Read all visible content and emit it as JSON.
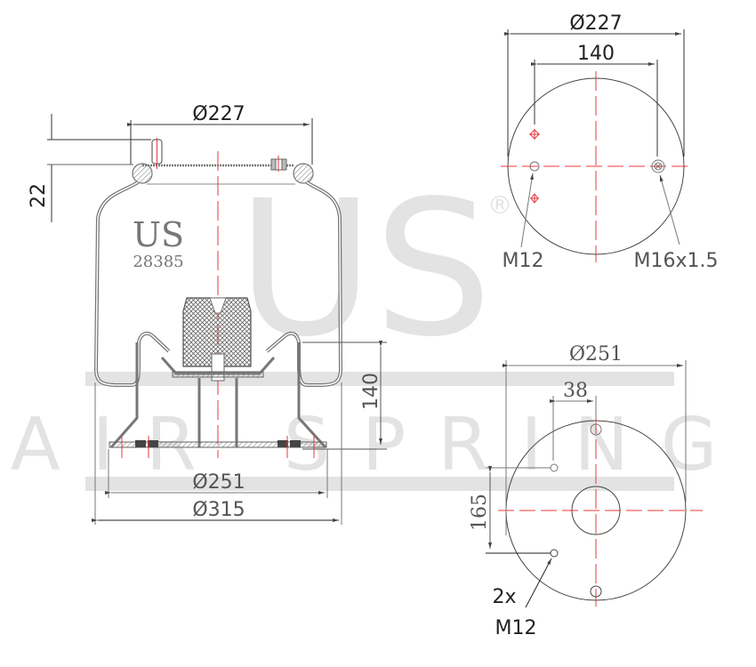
{
  "watermark": {
    "big_text": "US",
    "registered_mark": "®",
    "band_text": "AIR SPRING",
    "color": "#e0e0e0"
  },
  "side_view": {
    "label_brand": "US",
    "label_part_number": "28385",
    "dim_top_diameter": "Ø227",
    "dim_stud_height": "22",
    "dim_piston_height": "140",
    "dim_piston_diameter": "Ø251",
    "dim_max_diameter": "Ø315"
  },
  "top_view": {
    "dim_diameter": "Ø227",
    "dim_spacing": "140",
    "label_left_hole": "M12",
    "label_right_hole": "M16x1.5"
  },
  "bottom_view": {
    "dim_diameter": "Ø251",
    "dim_offset": "38",
    "dim_spacing": "165",
    "label_holes_count": "2x",
    "label_holes_thread": "M12"
  },
  "colors": {
    "line": "#333333",
    "gray_line": "#777777",
    "centerline": "#e8393a",
    "hatch": "#888888"
  }
}
